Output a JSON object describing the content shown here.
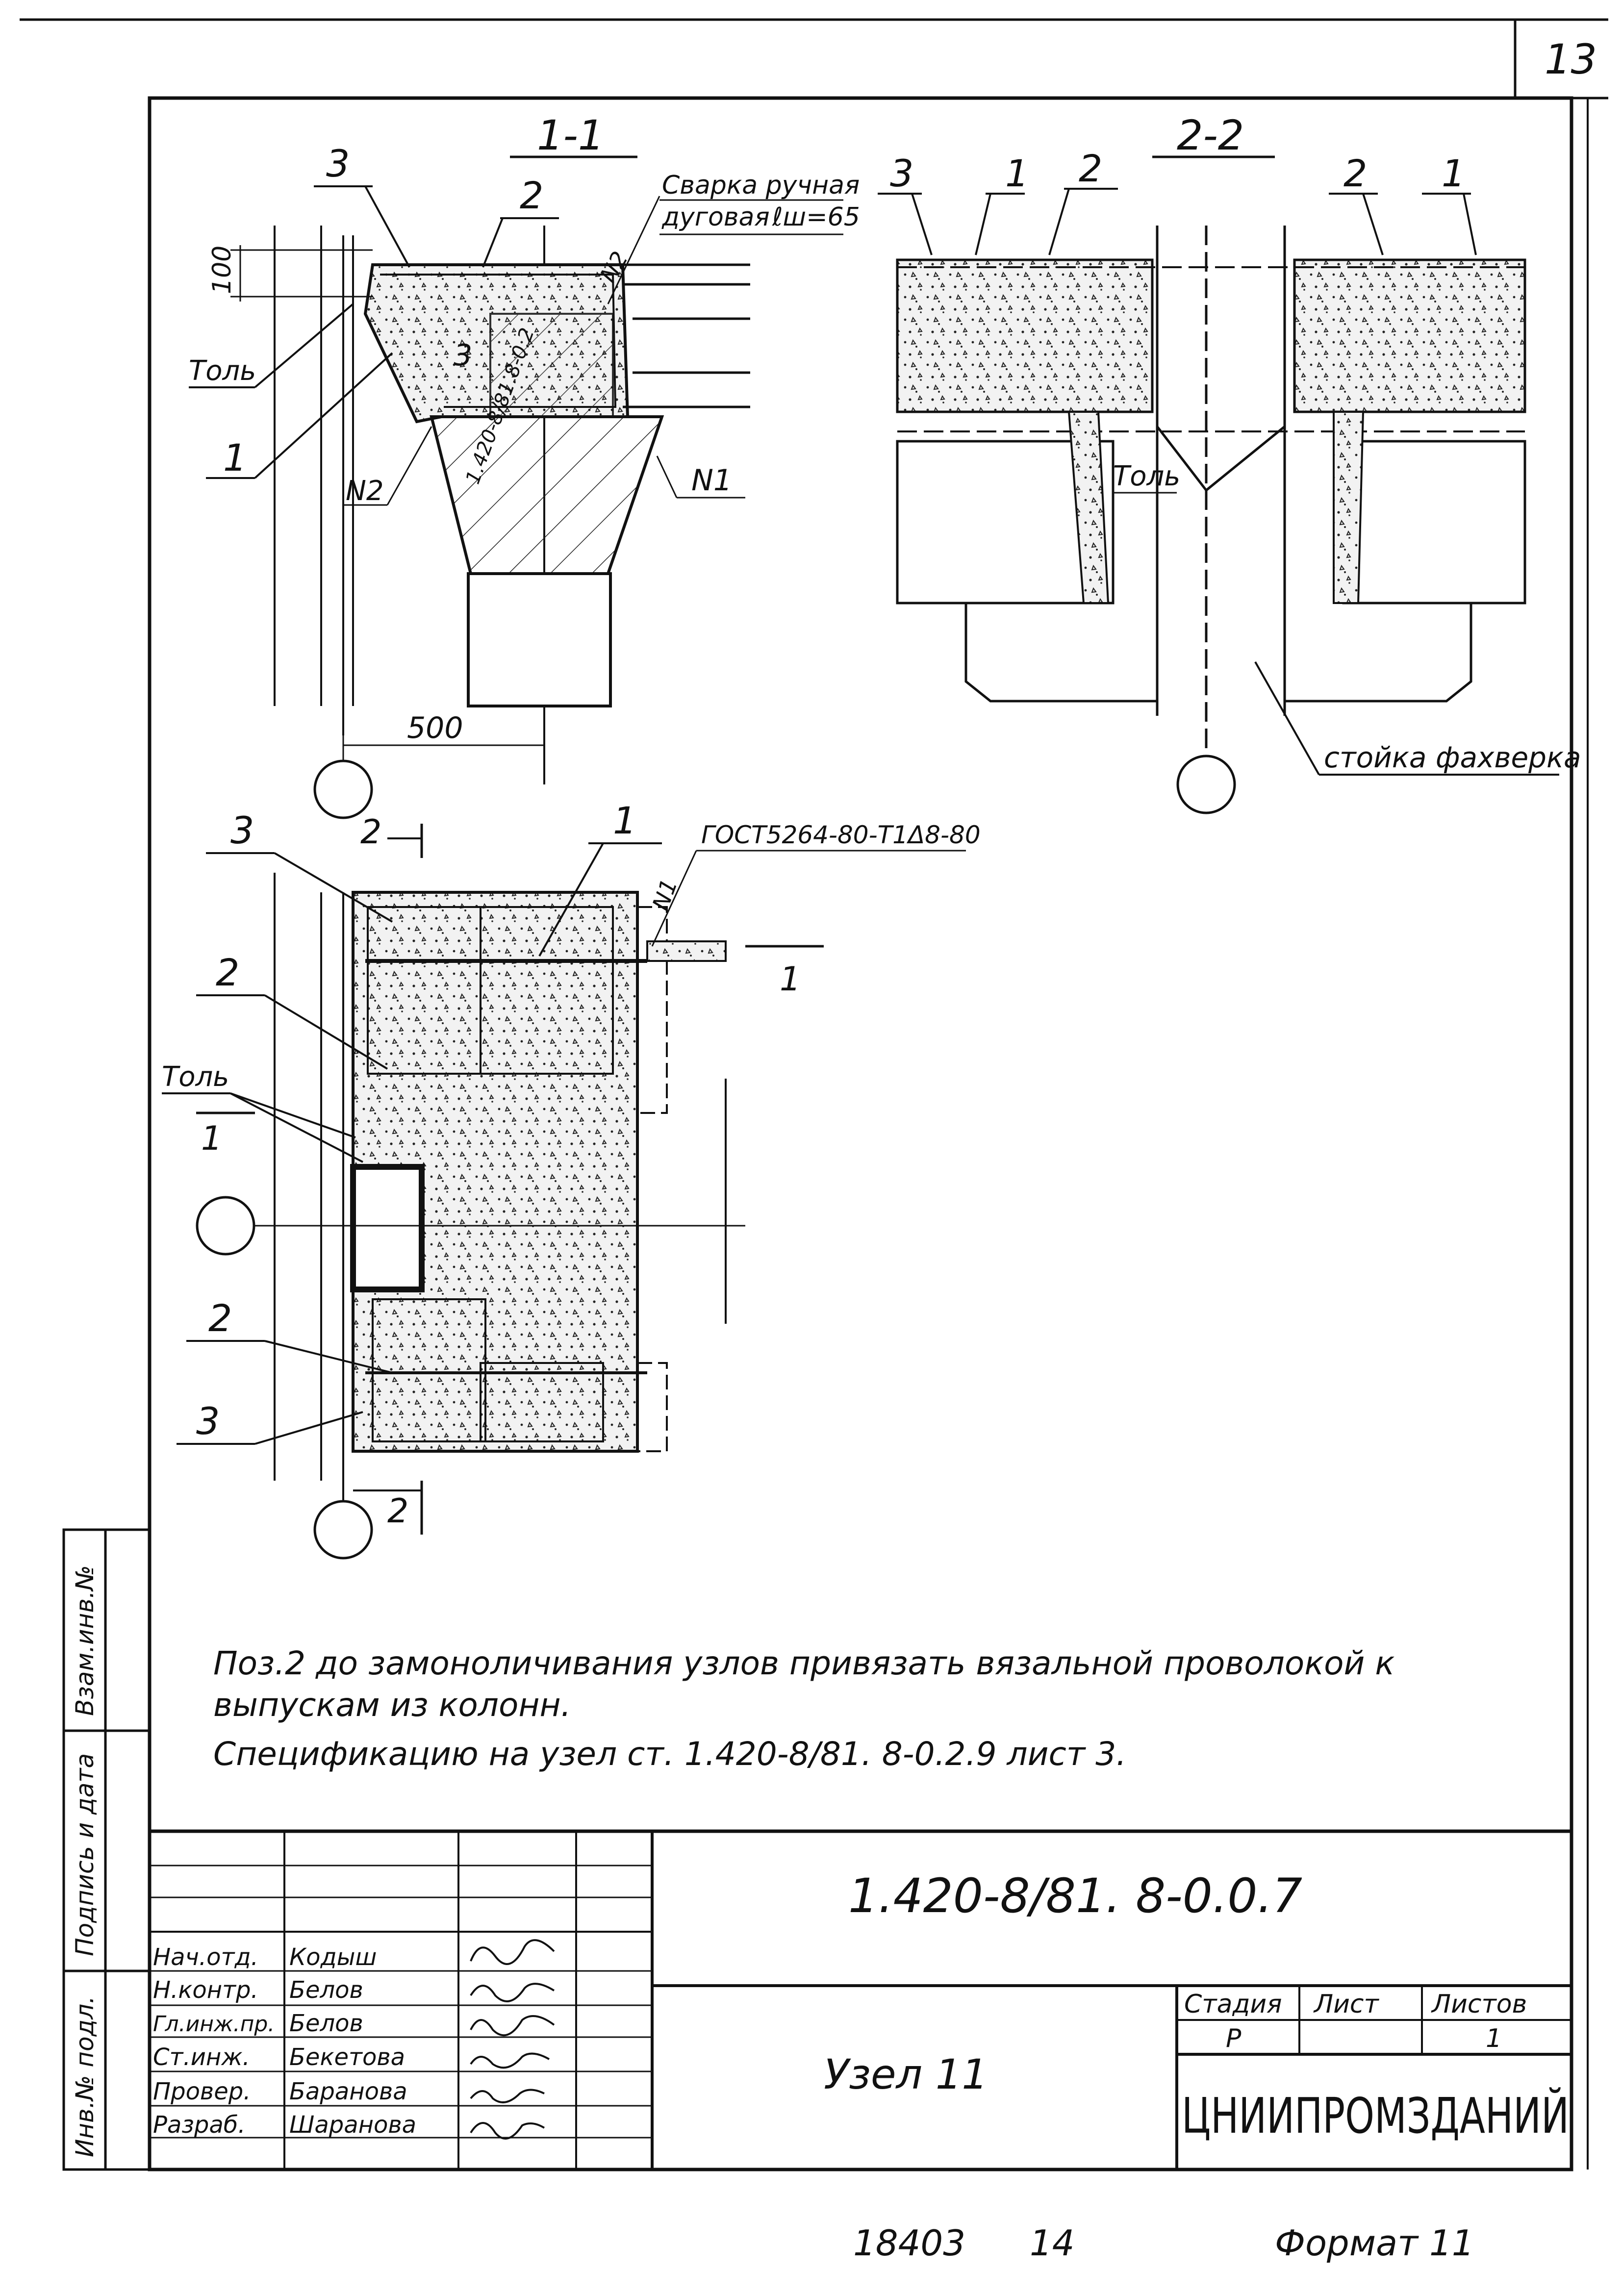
{
  "page_number": "13",
  "section_1": {
    "title": "1-1",
    "callouts": [
      "3",
      "2",
      "3",
      "1"
    ],
    "weld_note_line1": "Сварка ручная",
    "weld_note_line2": "дуговая",
    "weld_spec": "ℓш=65",
    "dim_100": "100",
    "dim_500": "500",
    "tol_label": "Толь",
    "n1_label": "N1",
    "n2_label_a": "N2",
    "n2_label_b": "N2",
    "mark_3": "3",
    "column_ref": "1.420-8/81.8-0.2"
  },
  "section_2": {
    "title": "2-2",
    "callouts": [
      "3",
      "1",
      "2",
      "2",
      "1"
    ],
    "tol_label": "Толь",
    "frame_label": "стойка фахверка"
  },
  "plan": {
    "callout_3_top": "3",
    "callout_1": "1",
    "gost_note": "ГОСТ5264-80-Т1Δ8-80",
    "n1_label": "N1",
    "callout_2_upper": "2",
    "tol_label": "Толь",
    "callout_2_lower": "2",
    "callout_3_bottom": "3",
    "cut_2_top": "2",
    "cut_2_bottom": "2",
    "cut_1_right": "1",
    "cut_1_left": "1"
  },
  "notes": {
    "line1": "Поз.2 до замоноличивания узлов привязать вязальной проволокой к",
    "line2": "выпускам из колонн.",
    "line3": "Спецификацию на узел ст. 1.420-8/81. 8-0.2.9 лист 3."
  },
  "side_stamp": {
    "cell1": "Взам.инв.№",
    "cell2": "Подпись и дата",
    "cell3": "Инв.№ подл."
  },
  "title_block": {
    "doc_code": "1.420-8/81. 8-0.0.7",
    "drawing_name": "Узел 11",
    "stage_header": "Стадия",
    "sheet_header": "Лист",
    "sheets_header": "Листов",
    "stage_value": "Р",
    "sheet_value": "",
    "sheets_value": "1",
    "org_name": "ЦНИИПРОМЗДАНИЙ",
    "roles": [
      {
        "role": "Нач.отд.",
        "name": "Кодыш"
      },
      {
        "role": "Н.контр.",
        "name": "Белов"
      },
      {
        "role": "Гл.инж.пр.",
        "name": "Белов"
      },
      {
        "role": "Ст.инж.",
        "name": "Бекетова"
      },
      {
        "role": "Провер.",
        "name": "Баранова"
      },
      {
        "role": "Разраб.",
        "name": "Шаранова"
      }
    ]
  },
  "footer": {
    "archive_number": "18403",
    "copy_number": "14",
    "format": "Формат 11"
  }
}
